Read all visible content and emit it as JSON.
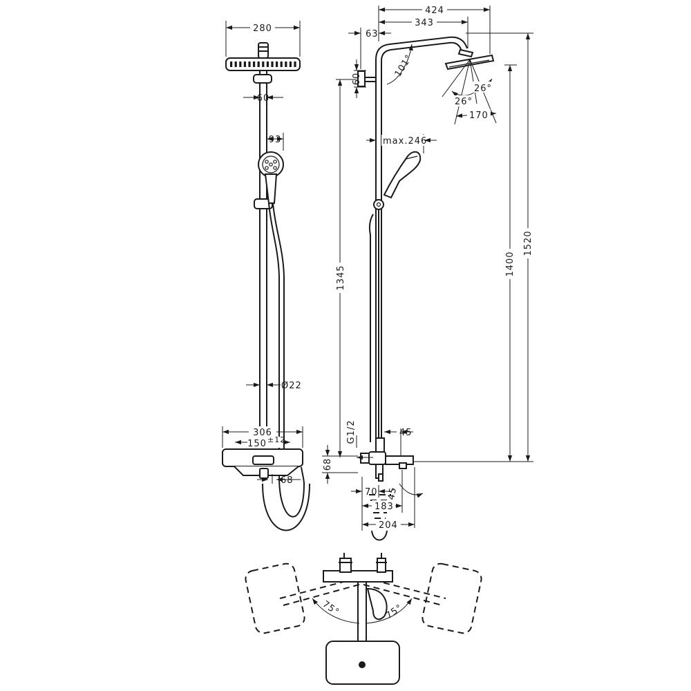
{
  "dimensions": {
    "front_head_width": "280",
    "front_arm_width": "60",
    "front_hand_shower": "93",
    "front_pipe_diameter": "Ø22",
    "front_mixer_width": "306",
    "front_centers": "150",
    "front_tolerance": "±12",
    "front_outlet_offset": "68",
    "side_total_reach": "424",
    "side_arm_reach": "343",
    "side_wall_offset": "63",
    "side_bracket_height": "60",
    "side_arm_angle": "101°",
    "side_head_tilt_a": "26°",
    "side_head_tilt_b": "26°",
    "side_head_diameter": "170",
    "side_max_reach": "max.246",
    "side_lower_height": "1345",
    "side_mid_height": "1400",
    "side_total_height": "1520",
    "side_connection": "G1/2",
    "side_spout_drop": "45",
    "side_mixer_height": "68",
    "side_outlet_depth": "70",
    "side_spout_angle": "45",
    "side_spout_reach": "183",
    "side_total_depth": "204",
    "top_left_angle": "75°",
    "top_right_angle": "75°"
  }
}
